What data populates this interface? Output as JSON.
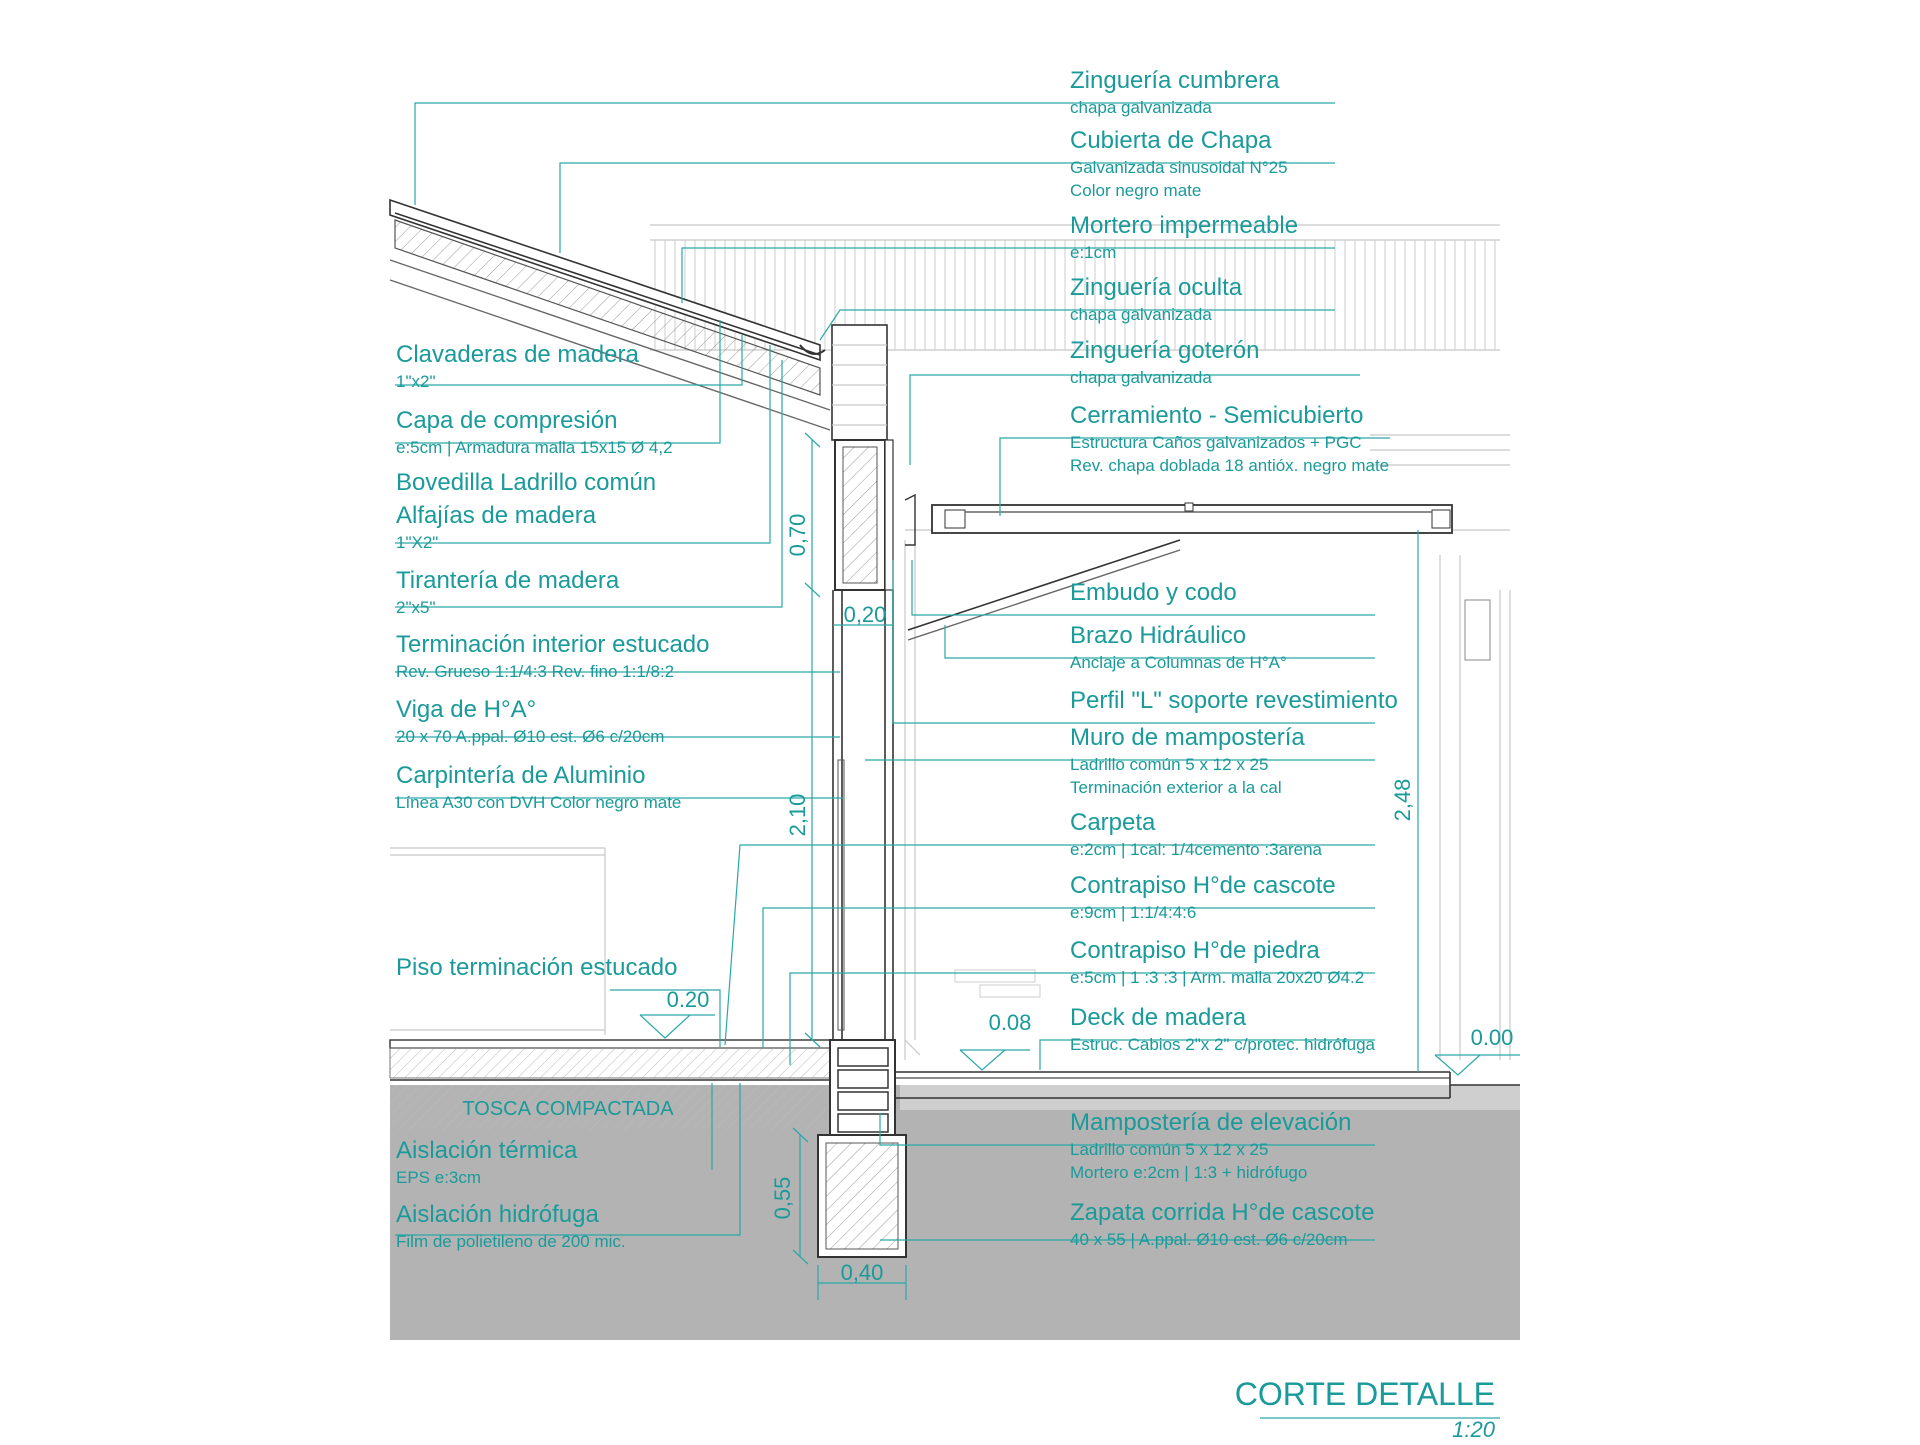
{
  "labels_right": [
    {
      "title": "Zinguería cumbrera",
      "lines": [
        "chapa galvanizada"
      ]
    },
    {
      "title": "Cubierta de Chapa",
      "lines": [
        "Galvanizada sinusoidal N°25",
        "Color negro mate"
      ]
    },
    {
      "title": "Mortero impermeable",
      "lines": [
        "e:1cm"
      ]
    },
    {
      "title": "Zinguería oculta",
      "lines": [
        "chapa galvanizada"
      ]
    },
    {
      "title": "Zinguería goterón",
      "lines": [
        "chapa galvanizada"
      ]
    },
    {
      "title": "Cerramiento - Semicubierto",
      "lines": [
        "Estructura Caños galvanizados + PGC",
        "Rev. chapa doblada 18 antióx. negro mate"
      ]
    },
    {
      "title": "Embudo y codo",
      "lines": []
    },
    {
      "title": "Brazo Hidráulico",
      "lines": [
        "Anclaje a Columnas de H°A°"
      ]
    },
    {
      "title": "Perfil \"L\" soporte revestimiento",
      "lines": []
    },
    {
      "title": "Muro de mampostería",
      "lines": [
        "Ladrillo común 5 x 12 x 25",
        "Terminación exterior a la cal"
      ]
    },
    {
      "title": "Carpeta",
      "lines": [
        "e:2cm | 1cal: 1/4cemento :3arena"
      ]
    },
    {
      "title": "Contrapiso H°de cascote",
      "lines": [
        "e:9cm | 1:1/4:4:6"
      ]
    },
    {
      "title": "Contrapiso H°de piedra",
      "lines": [
        "e:5cm | 1 :3 :3  | Arm. malla 20x20 Ø4.2"
      ]
    },
    {
      "title": "Deck de madera",
      "lines": [
        "Estruc. Cabios 2\"x 2\" c/protec. hidrófuga"
      ]
    },
    {
      "title": "Mampostería de elevación",
      "lines": [
        "Ladrillo común 5 x 12 x 25",
        "Mortero e:2cm | 1:3 + hidrófugo"
      ]
    },
    {
      "title": "Zapata corrida H°de cascote",
      "lines": [
        "40 x 55 | A.ppal. Ø10 est. Ø6 c/20cm"
      ]
    }
  ],
  "labels_left": [
    {
      "title": "Clavaderas de madera",
      "lines": [
        "1\"x2\""
      ]
    },
    {
      "title": "Capa de compresión",
      "lines": [
        "e:5cm | Armadura malla 15x15 Ø 4,2"
      ]
    },
    {
      "title": "Bovedilla Ladrillo común",
      "lines": []
    },
    {
      "title": "Alfajías de madera",
      "lines": [
        "1\"X2\""
      ]
    },
    {
      "title": "Tirantería de madera",
      "lines": [
        "2\"x5\""
      ]
    },
    {
      "title": "Terminación interior estucado",
      "lines": [
        "Rev. Grueso 1:1/4:3 Rev. fino 1:1/8:2"
      ]
    },
    {
      "title": "Viga de H°A°",
      "lines": [
        "20 x 70  A.ppal. Ø10 est. Ø6 c/20cm"
      ]
    },
    {
      "title": "Carpintería de Aluminio",
      "lines": [
        "Línea A30 con DVH Color negro mate"
      ]
    },
    {
      "title": "Piso terminación estucado",
      "lines": []
    },
    {
      "title": "Aislación térmica",
      "lines": [
        "EPS e:3cm"
      ]
    },
    {
      "title": "Aislación hidrófuga",
      "lines": [
        "Film de polietileno de 200 mic."
      ]
    }
  ],
  "ground_label": "TOSCA COMPACTADA",
  "dimensions": {
    "beam_height": "0,70",
    "beam_width": "0,20",
    "wall_height": "2,10",
    "semicovered_height": "2,48",
    "footing_height": "0,55",
    "footing_width": "0,40"
  },
  "levels": {
    "interior": "0.20",
    "deck": "0.08",
    "exterior": "0.00"
  },
  "sheet": {
    "title": "CORTE DETALLE",
    "scale": "1:20"
  },
  "colors": {
    "accent": "#1a9a9a",
    "leader": "#2aa8a8",
    "ground": "#b3b3b3"
  }
}
